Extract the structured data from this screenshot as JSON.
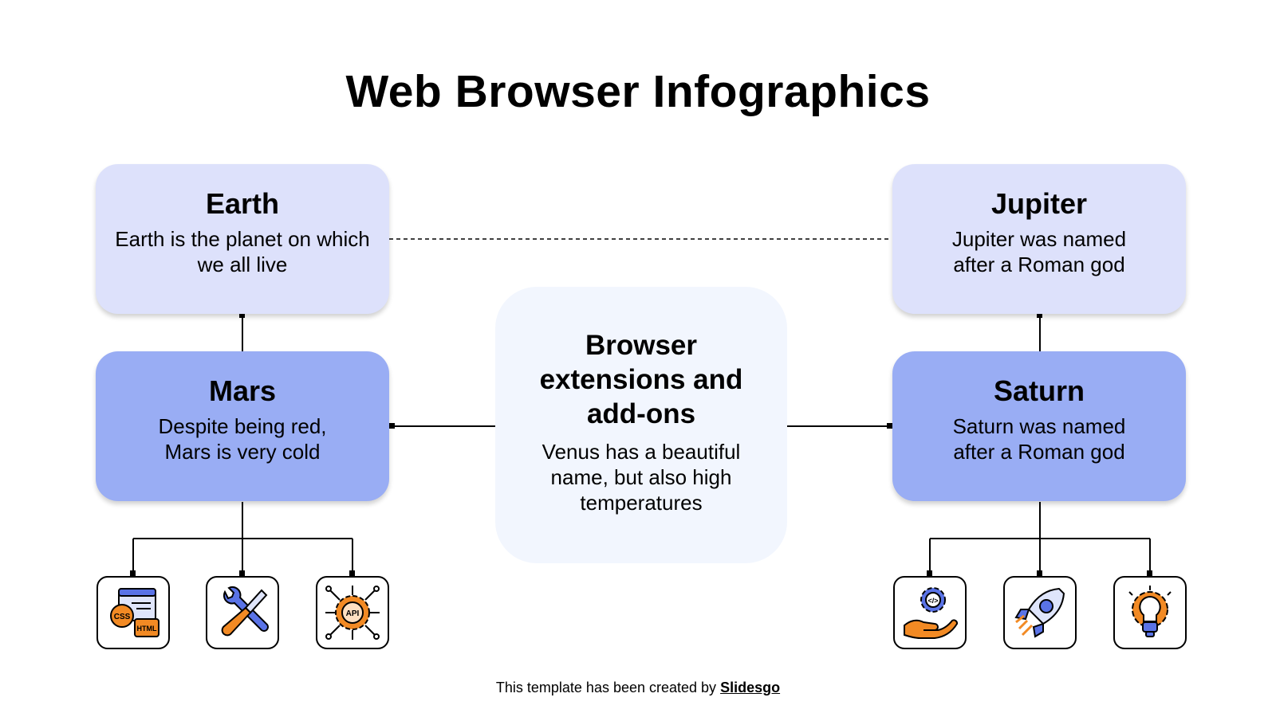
{
  "title": "Web Browser Infographics",
  "center": {
    "title": "Browser extensions and add-ons",
    "text": "Venus has a beautiful name, but also high temperatures"
  },
  "nodes": {
    "earth": {
      "title": "Earth",
      "text": "Earth is the planet on which we all live"
    },
    "mars": {
      "title": "Mars",
      "text": "Despite being red, Mars is very cold"
    },
    "jupiter": {
      "title": "Jupiter",
      "text": "Jupiter was named after a Roman god"
    },
    "saturn": {
      "title": "Saturn",
      "text": "Saturn was named after a Roman god"
    }
  },
  "icons": {
    "left": [
      "css-html-icon",
      "tools-icon",
      "api-gear-icon"
    ],
    "right": [
      "hand-gear-code-icon",
      "rocket-icon",
      "lightbulb-gear-icon"
    ],
    "code_labels": {
      "css": "CSS",
      "html": "HTML",
      "api": "API",
      "code": "</>"
    }
  },
  "colors": {
    "light_box": "#dde1fb",
    "mid_box": "#99adf4",
    "center_box": "#f2f6fe",
    "icon_blue": "#5a73e6",
    "icon_orange": "#f28a24"
  },
  "footer": {
    "prefix": "This template has been created by",
    "brand": "Slidesgo"
  }
}
